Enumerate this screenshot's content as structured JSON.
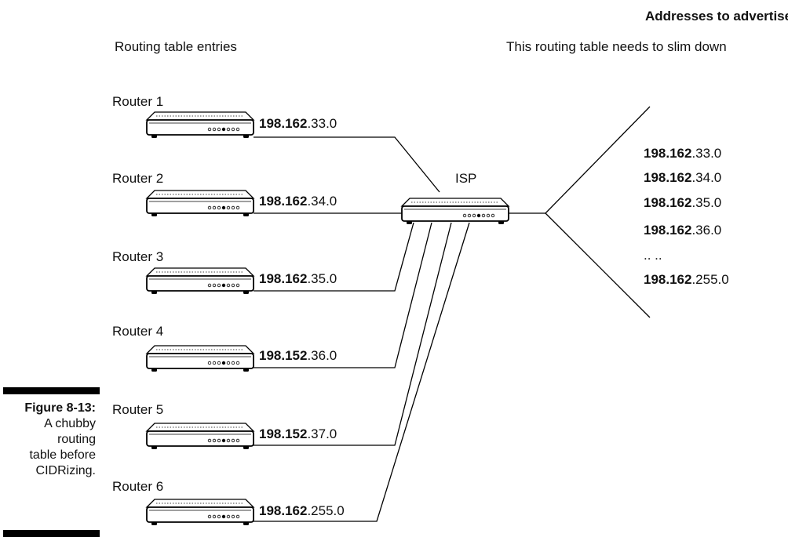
{
  "headings": {
    "left": "Routing table entries",
    "right_bold": "Addresses to advertise",
    "right": "This routing table needs to slim down"
  },
  "isp": {
    "label": "ISP"
  },
  "routers": [
    {
      "label": "Router 1",
      "prefix": "198.162",
      "suffix": ".33.0"
    },
    {
      "label": "Router 2",
      "prefix": "198.162",
      "suffix": ".34.0"
    },
    {
      "label": "Router 3",
      "prefix": "198.162",
      "suffix": ".35.0"
    },
    {
      "label": "Router 4",
      "prefix": "198.152",
      "suffix": ".36.0"
    },
    {
      "label": "Router 5",
      "prefix": "198.152",
      "suffix": ".37.0"
    },
    {
      "label": "Router 6",
      "prefix": "198.162",
      "suffix": ".255.0"
    }
  ],
  "advertised": [
    {
      "prefix": "198.162",
      "suffix": ".33.0"
    },
    {
      "prefix": "198.162",
      "suffix": ".34.0"
    },
    {
      "prefix": "198.162",
      "suffix": ".35.0"
    },
    {
      "prefix": "198.162",
      "suffix": ".36.0"
    },
    {
      "ellipsis": ".. .."
    },
    {
      "prefix": "198.162",
      "suffix": ".255.0"
    }
  ],
  "caption": {
    "figure": "Figure 8-13:",
    "lines": [
      "A chubby",
      "routing",
      "table before",
      "CIDRizing."
    ]
  }
}
